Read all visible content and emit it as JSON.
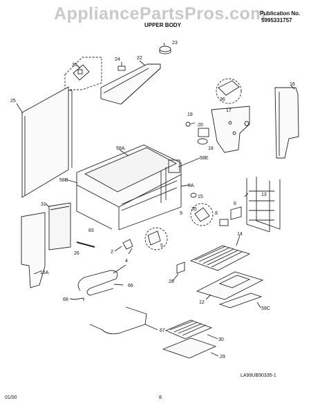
{
  "watermark": "AppliancePartsPros.com",
  "header": {
    "model_partial": "",
    "section": "UPPER BODY",
    "publication_label": "Publication No.",
    "publication_number": "5995331757"
  },
  "footer": {
    "date": "01/00",
    "page": "8",
    "drawing_id": "LA99UB90335-1"
  },
  "callouts": [
    "22",
    "23",
    "24",
    "35",
    "25",
    "16",
    "36",
    "17",
    "19",
    "20",
    "18",
    "58A",
    "58E",
    "58B",
    "9A",
    "15",
    "31",
    "83",
    "35",
    "8",
    "6",
    "13",
    "9",
    "5",
    "2",
    "4",
    "26",
    "14",
    "16A",
    "66",
    "28",
    "68",
    "12",
    "59C",
    "67",
    "30",
    "29"
  ]
}
